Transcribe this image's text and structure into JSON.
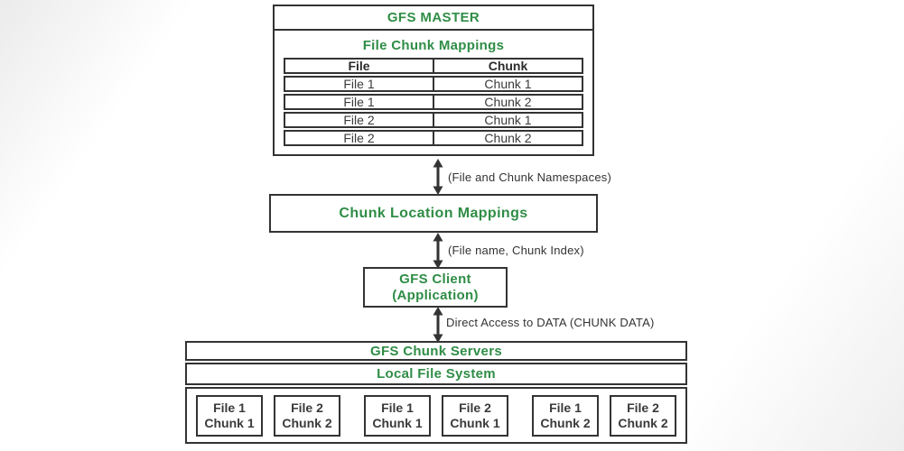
{
  "colors": {
    "accent_green": "#2f8d46",
    "line_dark": "#333333"
  },
  "master": {
    "title": "GFS MASTER",
    "subtitle": "File Chunk Mappings",
    "table": {
      "headers": {
        "file": "File",
        "chunk": "Chunk"
      },
      "rows": [
        {
          "file": "File 1",
          "chunk": "Chunk 1"
        },
        {
          "file": "File 1",
          "chunk": "Chunk 2"
        },
        {
          "file": "File 2",
          "chunk": "Chunk 1"
        },
        {
          "file": "File 2",
          "chunk": "Chunk 2"
        }
      ]
    }
  },
  "arrows": [
    {
      "label": "(File and Chunk Namespaces)"
    },
    {
      "label": "(File name, Chunk Index)"
    },
    {
      "label": "Direct Access to DATA (CHUNK DATA)"
    }
  ],
  "chunk_location": {
    "title": "Chunk Location Mappings"
  },
  "client": {
    "line1": "GFS Client",
    "line2": "(Application)"
  },
  "servers": {
    "title": "GFS Chunk Servers",
    "subtitle": "Local File System",
    "chunks": [
      {
        "line1": "File 1",
        "line2": "Chunk 1"
      },
      {
        "line1": "File 2",
        "line2": "Chunk 2"
      },
      {
        "line1": "File 1",
        "line2": "Chunk 1"
      },
      {
        "line1": "File 2",
        "line2": "Chunk 1"
      },
      {
        "line1": "File 1",
        "line2": "Chunk 2"
      },
      {
        "line1": "File 2",
        "line2": "Chunk 2"
      }
    ]
  }
}
